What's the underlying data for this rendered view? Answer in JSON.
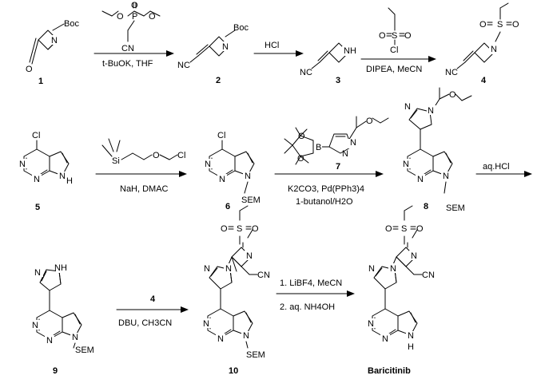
{
  "atoms": {
    "boc": "Boc",
    "n": "N",
    "nh": "NH",
    "h": "H",
    "o": "O",
    "s": "S",
    "cl": "Cl",
    "si": "Si",
    "b": "B",
    "nc": "NC",
    "cn": "CN",
    "sem": "SEM"
  },
  "compounds": {
    "c1": "1",
    "c2": "2",
    "c3": "3",
    "c4": "4",
    "c5": "5",
    "c6": "6",
    "c7": "7",
    "c8": "8",
    "c9": "9",
    "c10": "10",
    "final": "Baricitinib"
  },
  "conditions": {
    "step1": "t-BuOK, THF",
    "step2": "HCl",
    "step3": "DIPEA, MeCN",
    "step4": "NaH, DMAC",
    "step5_line1": "K2CO3, Pd(PPh3)4",
    "step5_line2": "1-butanol/H2O",
    "step6": "aq.HCl",
    "step7_reagent": "4",
    "step7": "DBU, CH3CN",
    "step8_line1": "1. LiBF4, MeCN",
    "step8_line2": "2. aq. NH4OH"
  }
}
